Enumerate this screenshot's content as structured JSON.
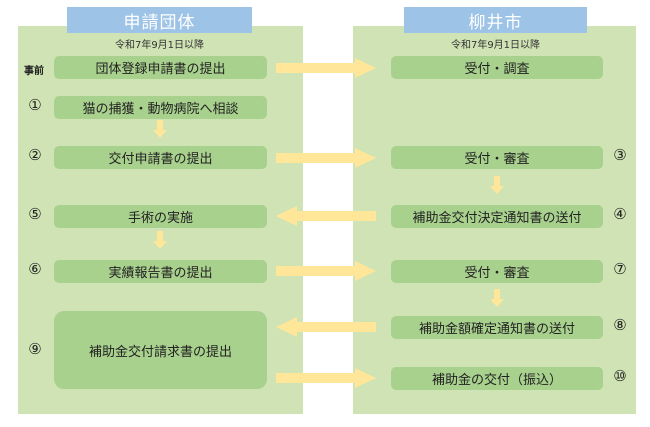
{
  "left": {
    "title": "申請団体",
    "date": "令和7年9月1日以降",
    "pre_label": "事前",
    "steps": [
      {
        "num": "",
        "text": "団体登録申請書の提出"
      },
      {
        "num": "①",
        "text": "猫の捕獲・動物病院へ相談"
      },
      {
        "num": "②",
        "text": "交付申請書の提出"
      },
      {
        "num": "⑤",
        "text": "手術の実施"
      },
      {
        "num": "⑥",
        "text": "実績報告書の提出"
      },
      {
        "num": "⑨",
        "text": "補助金交付請求書の提出"
      }
    ]
  },
  "right": {
    "title": "柳井市",
    "date": "令和7年9月1日以降",
    "steps": [
      {
        "num": "",
        "text": "受付・調査"
      },
      {
        "num": "③",
        "text": "受付・審査"
      },
      {
        "num": "④",
        "text": "補助金交付決定通知書の送付"
      },
      {
        "num": "⑦",
        "text": "受付・審査"
      },
      {
        "num": "⑧",
        "text": "補助金額確定通知書の送付"
      },
      {
        "num": "⑩",
        "text": "補助金の交付（振込）"
      }
    ]
  },
  "colors": {
    "panel": "#cfe3b4",
    "box": "#a9d18e",
    "header": "#9dc3e6",
    "arrow": "#ffe699"
  }
}
